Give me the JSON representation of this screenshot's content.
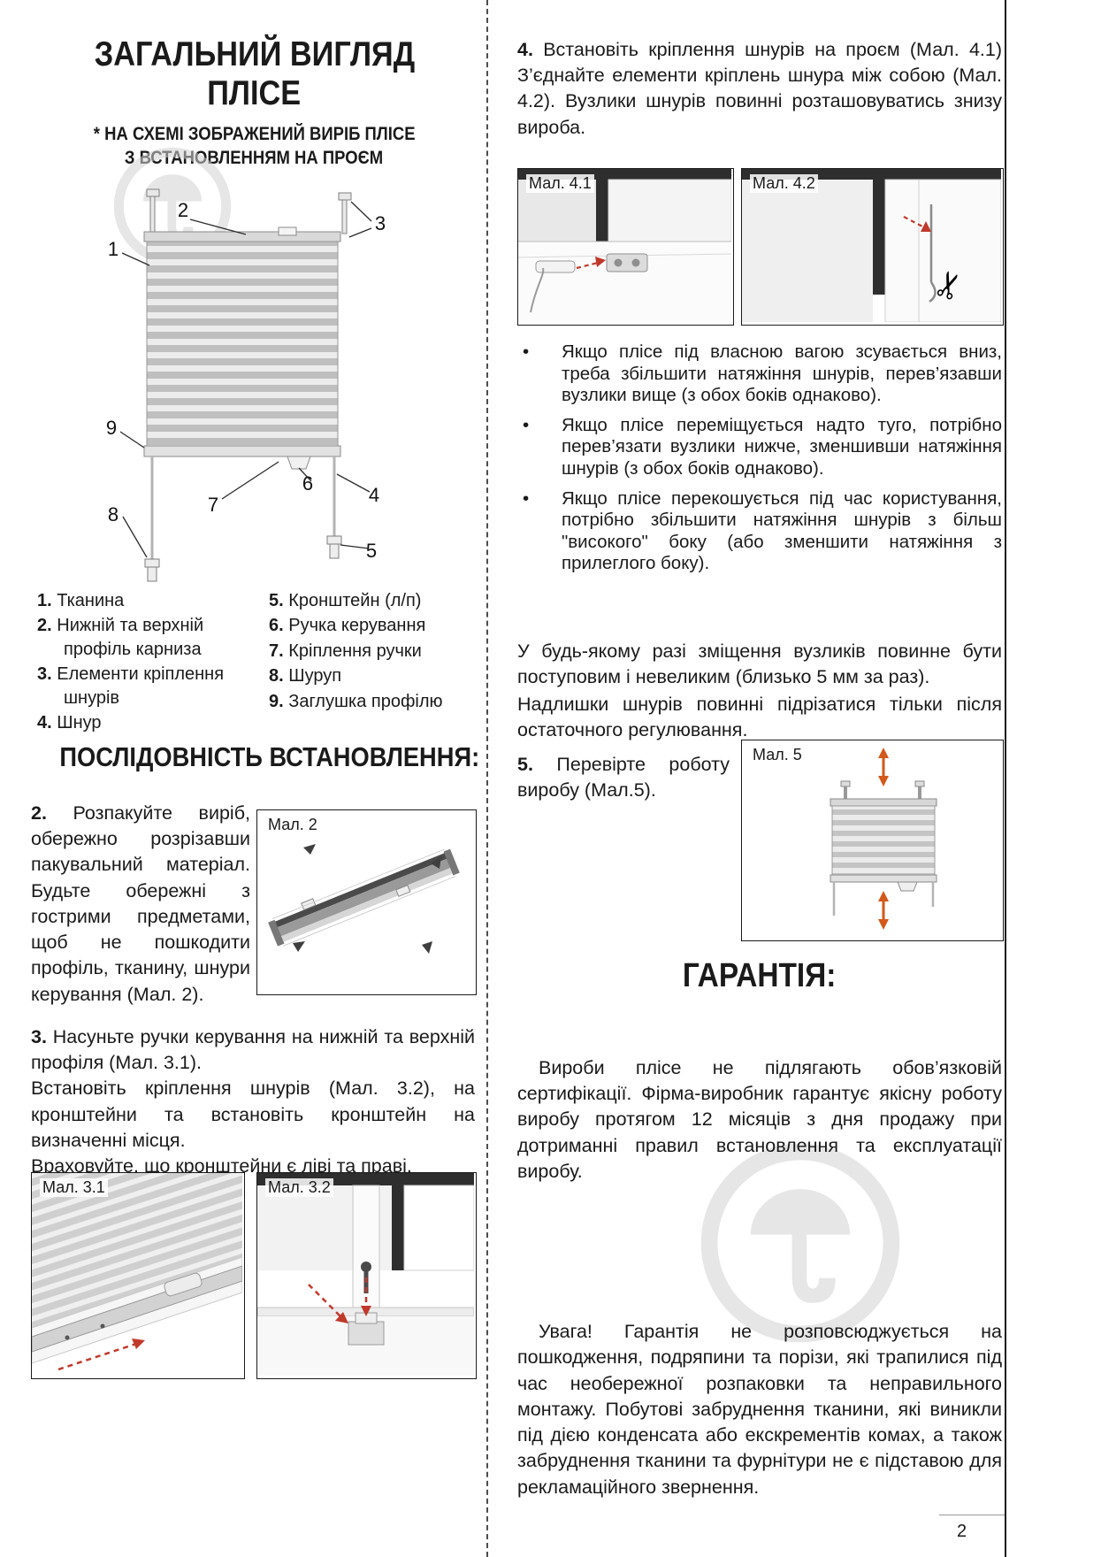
{
  "page": {
    "number": "2"
  },
  "colors": {
    "arrow_red": "#c0392b",
    "arrow_orange": "#d4581a",
    "ink": "#1a1a1a",
    "watermark_gray": "#d2d2d2"
  },
  "overview": {
    "title_line1": "ЗАГАЛЬНИЙ ВИГЛЯД",
    "title_line2": "ПЛІСЕ",
    "note_line1": "* НА СХЕМІ ЗОБРАЖЕНИЙ ВИРІБ ПЛІСЕ",
    "note_line2": "З ВСТАНОВЛЕННЯМ НА ПРОЄМ",
    "callouts": [
      "1",
      "2",
      "3",
      "4",
      "5",
      "6",
      "7",
      "8",
      "9"
    ],
    "legend": [
      {
        "num": "1.",
        "label": "Тканина"
      },
      {
        "num": "2.",
        "label": "Нижній та верхній профіль карниза"
      },
      {
        "num": "3.",
        "label": "Елементи кріплення шнурів"
      },
      {
        "num": "4.",
        "label": "Шнур"
      },
      {
        "num": "5.",
        "label": "Кронштейн (л/п)"
      },
      {
        "num": "6.",
        "label": "Ручка керування"
      },
      {
        "num": "7.",
        "label": "Кріплення ручки"
      },
      {
        "num": "8.",
        "label": "Шуруп"
      },
      {
        "num": "9.",
        "label": "Заглушка профілю"
      }
    ]
  },
  "installation": {
    "header": "ПОСЛІДОВНІСТЬ ВСТАНОВЛЕННЯ:",
    "bullet_char": "•",
    "step2": {
      "num": "2.",
      "text": "Розпакуйте виріб, обережно розрізавши пакувальний матеріал. Будьте обережні з гострими предметами, щоб не пошкодити профіль, тканину, шнури керування (Мал. 2).",
      "figure_label": "Мал. 2"
    },
    "step3": {
      "num": "3.",
      "line1": "Насуньте ручки керування на нижній та верхній профіля (Мал. 3.1).",
      "line2": "Встановіть кріплення шнурів (Мал. 3.2), на кронштейни та встановіть кронштейн на визначенні місця.",
      "line3": "Враховуйте, що кронштейни є ліві та праві.",
      "figure31_label": "Мал. 3.1",
      "figure32_label": "Мал. 3.2"
    },
    "step4": {
      "num": "4.",
      "text": "Встановіть кріплення шнурів на проєм (Мал. 4.1) З’єднайте елементи кріплень шнура між собою (Мал. 4.2). Вузлики шнурів повинні розташовуватись знизу вироба.",
      "figure41_label": "Мал. 4.1",
      "figure42_label": "Мал. 4.2"
    },
    "bullets": [
      "Якщо плісе під власною вагою зсувається вниз, треба збільшити натяжіння шнурів, перев’язавши вузлики вище (з обох боків однаково).",
      "Якщо плісе переміщується надто туго, потрібно перев’язати вузлики нижче, зменшивши натяжіння шнурів (з обох боків однаково).",
      "Якщо плісе перекошується під час користування, потрібно збільшити натяжіння шнурів з більш \"високого\" боку (або зменшити натяжіння з прилеглого боку)."
    ],
    "note1": "У будь-якому разі зміщення вузликів повинне бути поступовим і невеликим (близько 5 мм за раз).",
    "note2": "Надлишки шнурів повинні підрізатися тільки після остаточного регулювання.",
    "step5": {
      "num": "5.",
      "text": "Перевірте роботу виробу (Мал.5).",
      "figure_label": "Мал. 5"
    }
  },
  "warranty": {
    "header": "ГАРАНТІЯ:",
    "p1": "Вироби плісе не підлягають обов’язковій сертифікації. Фірма-виробник гарантує якісну роботу виробу протягом 12 місяців з дня продажу при дотриманні правил встановлення та експлуатації виробу.",
    "p2": "Увага! Гарантія не розповсюджується на пошкодження, подряпини та порізи, які трапилися під час необережної розпаковки та неправильного монтажу. Побутові забруднення тканини, які виникли під дією конденсата або екскрементів комах, а також забруднення тканини та фурнітури не є підставою для рекламаційного звернення."
  }
}
